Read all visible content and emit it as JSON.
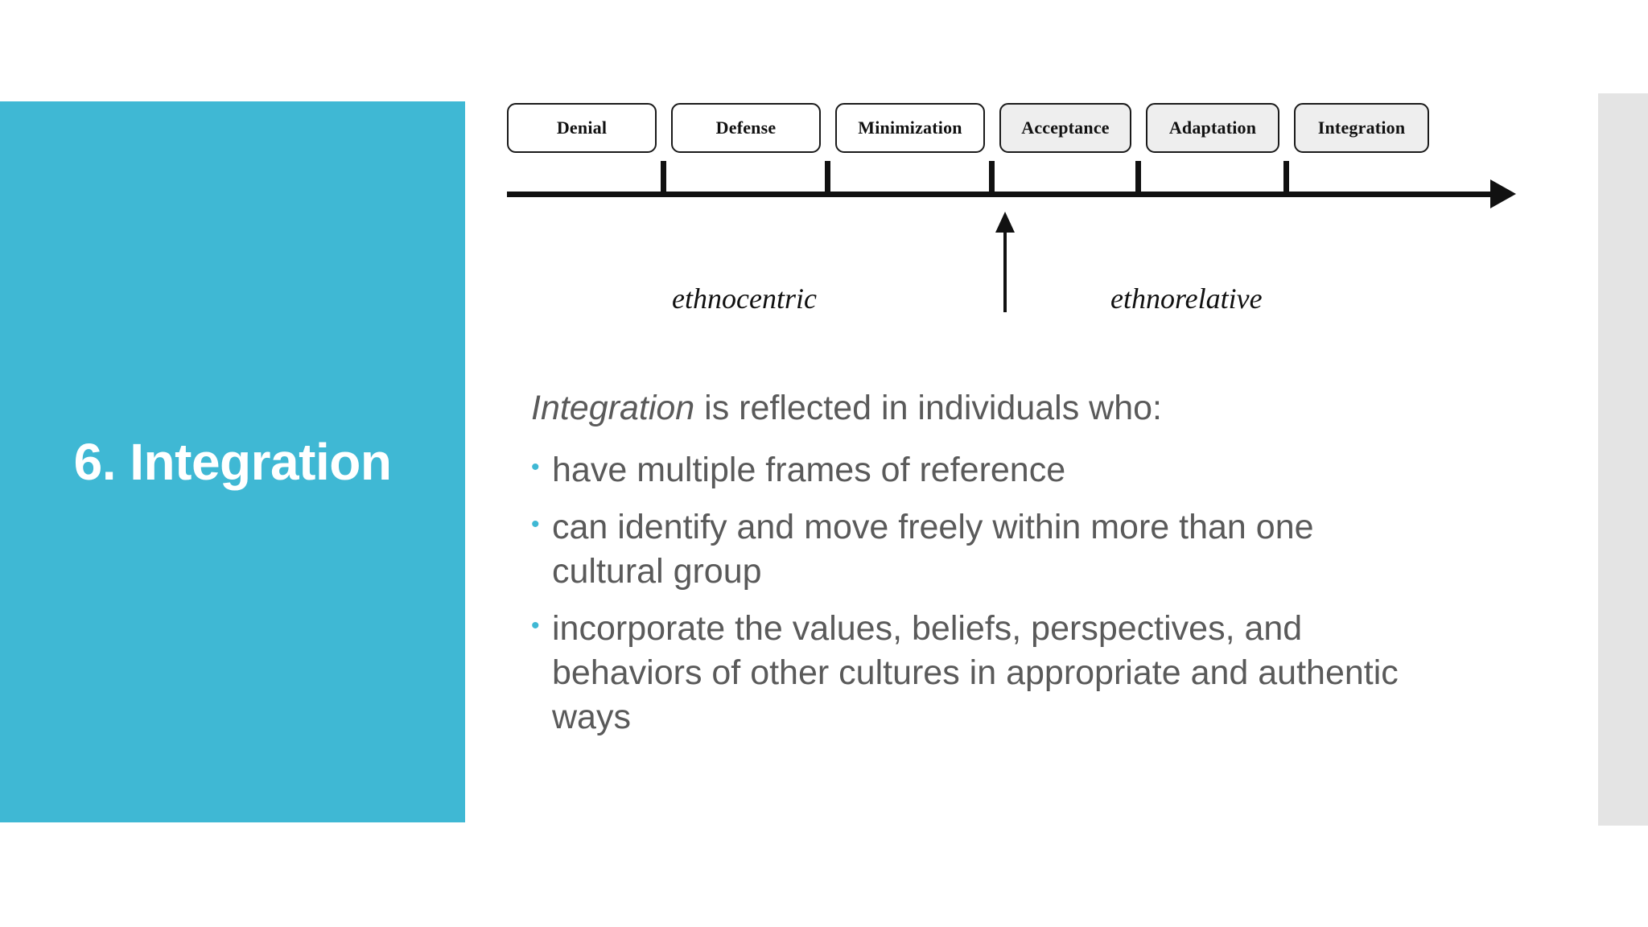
{
  "slide": {
    "title": "6. Integration",
    "accent_color": "#3fb8d4",
    "body_text_color": "#5a5a5a",
    "right_panel_color": "#e4e4e4"
  },
  "diagram": {
    "name": "dmis-continuum",
    "stages": [
      {
        "label": "Denial",
        "shaded": false
      },
      {
        "label": "Defense",
        "shaded": false
      },
      {
        "label": "Minimization",
        "shaded": false
      },
      {
        "label": "Acceptance",
        "shaded": true
      },
      {
        "label": "Adaptation",
        "shaded": true
      },
      {
        "label": "Integration",
        "shaded": true
      }
    ],
    "left_region_label": "ethnocentric",
    "right_region_label": "ethnorelative",
    "pointer_target": "Acceptance",
    "axis_direction": "right"
  },
  "body": {
    "intro_emphasis": "Integration",
    "intro_rest": " is reflected in individuals who:",
    "bullet_glyph": "•",
    "bullets": [
      "have multiple frames of reference",
      "can identify and move freely within more than one cultural group",
      "incorporate the values, beliefs, perspectives, and behaviors of other cultures in appropriate and authentic ways"
    ]
  }
}
